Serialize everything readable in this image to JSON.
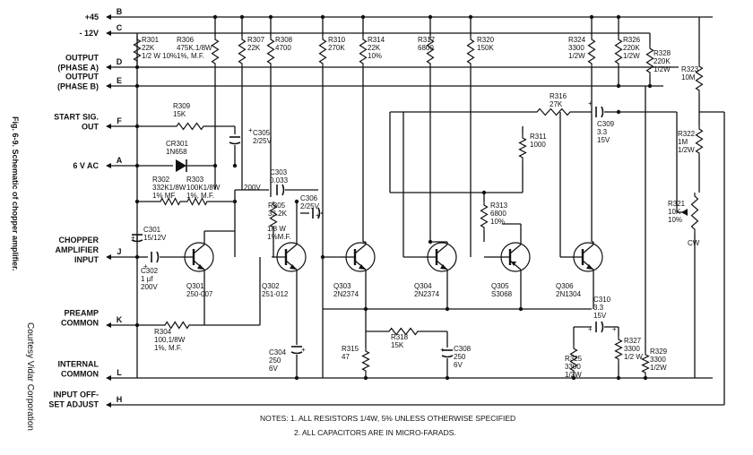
{
  "caption": "Fig. 6-9. Schematic of chopper amplifier.",
  "credit": "Courtesy Vidar Corporation",
  "signals": [
    {
      "label": "+45",
      "letter": "B"
    },
    {
      "label": "- 12V",
      "letter": "C"
    },
    {
      "label": "OUTPUT|(PHASE A)",
      "letter": "D"
    },
    {
      "label": "OUTPUT|(PHASE B)",
      "letter": "E"
    },
    {
      "label": "START SIG.|OUT",
      "letter": "F"
    },
    {
      "label": "6 V AC",
      "letter": "A"
    },
    {
      "label": "CHOPPER|AMPLIFIER|INPUT",
      "letter": "J"
    },
    {
      "label": "PREAMP|COMMON",
      "letter": "K"
    },
    {
      "label": "INTERNAL|COMMON",
      "letter": "L"
    },
    {
      "label": "INPUT OFF-|SET ADJUST",
      "letter": "H"
    }
  ],
  "components": {
    "R301": "R301|22K|1/2 W 10%",
    "R306": "R306|475K.1/8W|1%, M.F.",
    "R307": "R307|22K",
    "R308": "R308|4700",
    "R310": "R310|270K",
    "R314": "R314|22K|10%",
    "R317": "R317|6800",
    "R320": "R320|150K",
    "R324": "R324|3300|1/2W",
    "R326": "R326|220K|1/2W",
    "R328": "R328|220K|1/2W",
    "R323": "R323|10M",
    "R309": "R309|15K",
    "R316": "R316|27K",
    "C305": "C305|2/25V",
    "C309": "C309|3.3|15V",
    "R311": "R311|1000",
    "R322": "R322|1M|1/2W",
    "CR301": "CR301|1N658",
    "C303": "C303|0.033",
    "R302": "R302|332K1/8W|1% MF",
    "R303": "R303|100K1/8W|1%, M.F.",
    "V200": "200V",
    "R305": "R305|33.2K",
    "C306": "C306|2/25V",
    "R313": "R313|6800|10%",
    "R321": "R321|10K|10%",
    "CW": "CW",
    "C301": "C301|15/12V",
    "R305b": "1/8 W|1%M.F.",
    "C302": "C302|1 µf|200V",
    "Q301": "Q301|250-007",
    "Q302": "Q302|251-012",
    "Q303": "Q303|2N2374",
    "Q304": "Q304|2N2374",
    "Q305": "Q305|S3068",
    "Q306": "Q306|2N1304",
    "C310": "C310|3.3|15V",
    "R304": "R304|100,1/8W|1%, M.F.",
    "C304": "C304|250|6V",
    "R315": "R315|47",
    "R318": "R318|15K",
    "C308": "C308|250|6V",
    "R325": "R325|3300|1/2W",
    "R327": "R327|3300|1/2 W",
    "R329": "R329|3300|1/2W"
  },
  "notes": [
    "NOTES:  1. ALL RESISTORS 1/4W, 5% UNLESS OTHERWISE SPECIFIED",
    "2. ALL CAPACITORS ARE IN MICRO-FARADS."
  ]
}
